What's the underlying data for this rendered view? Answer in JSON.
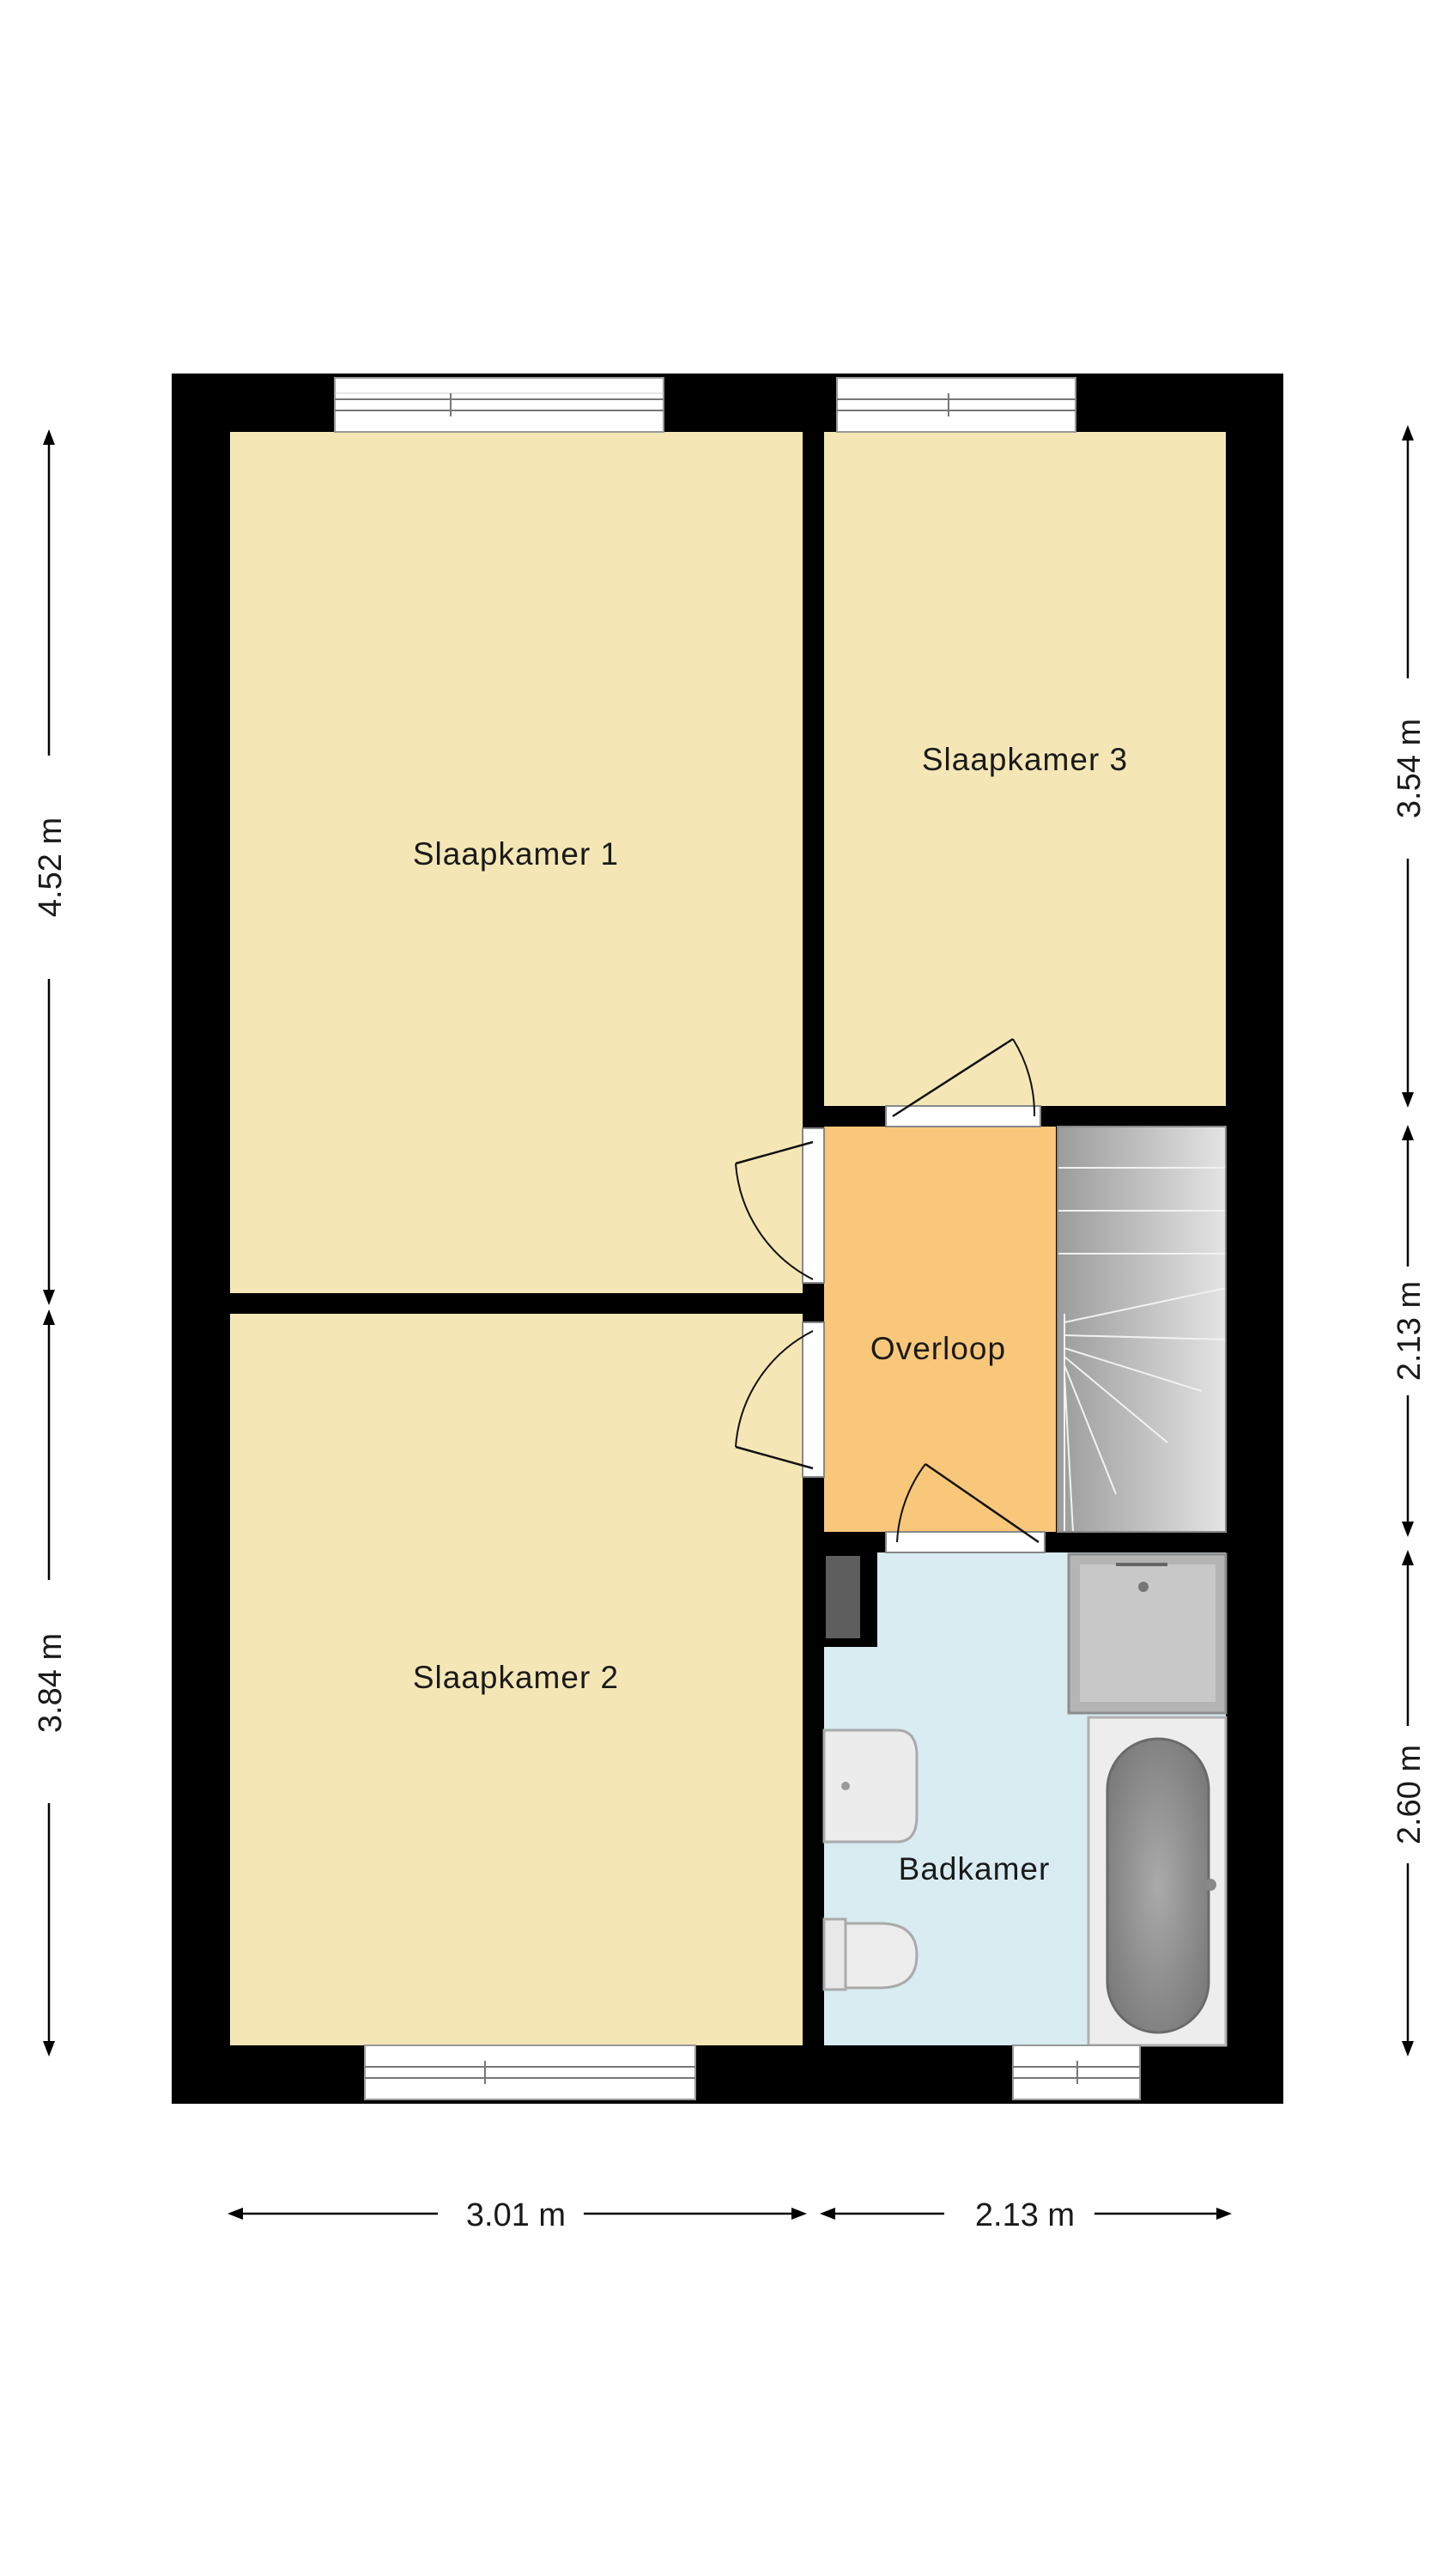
{
  "rooms": {
    "slaapkamer_1": "Slaapkamer 1",
    "slaapkamer_2": "Slaapkamer 2",
    "slaapkamer_3": "Slaapkamer 3",
    "overloop": "Overloop",
    "badkamer": "Badkamer"
  },
  "dimensions": {
    "left_top": "4.52 m",
    "left_bottom": "3.84 m",
    "right_top": "3.54 m",
    "right_middle": "2.13 m",
    "right_bottom": "2.60 m",
    "bottom_left": "3.01 m",
    "bottom_right": "2.13 m"
  },
  "colors": {
    "bedroom_fill": "#f5e7b5",
    "landing_fill": "#f9c779",
    "bathroom_fill": "#d8ecf2",
    "wall": "#000000",
    "stairs": "#b8b8b8"
  }
}
